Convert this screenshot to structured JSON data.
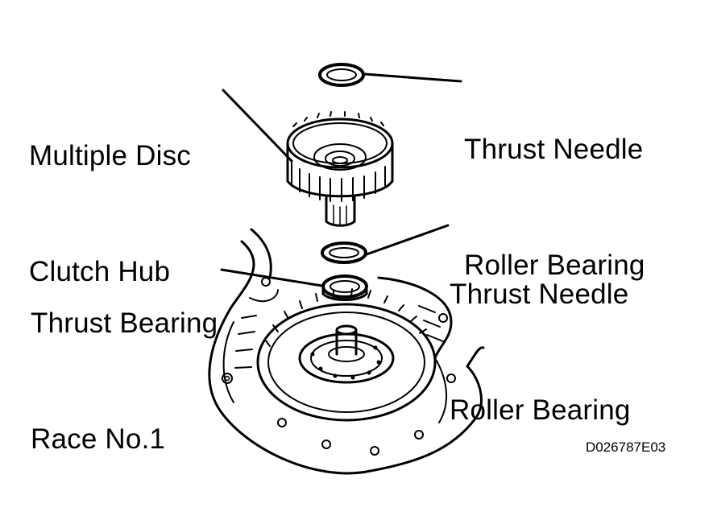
{
  "labels": {
    "clutch_hub": {
      "line1": "Multiple Disc",
      "line2": "Clutch Hub"
    },
    "upper_bearing": {
      "line1": "Thrust Needle",
      "line2": "Roller Bearing"
    },
    "lower_bearing": {
      "line1": "Thrust Needle",
      "line2": "Roller Bearing"
    },
    "race": {
      "line1": "Thrust Bearing",
      "line2": "Race No.1"
    }
  },
  "figure_code": "D026787E03"
}
